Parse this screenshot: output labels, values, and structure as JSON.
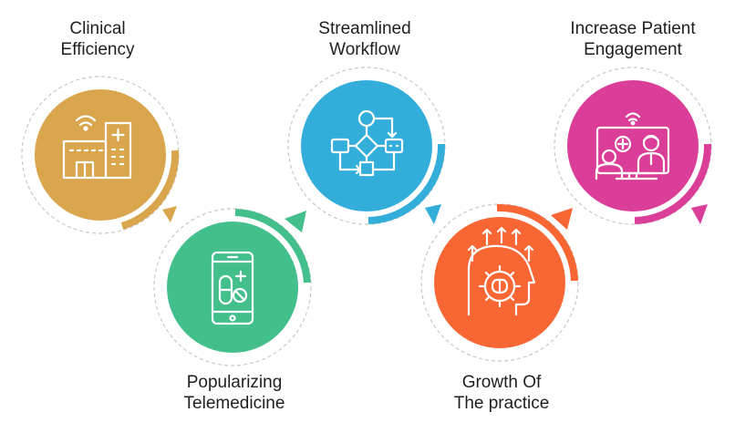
{
  "steps": [
    {
      "line1": "Clinical",
      "line2": "Efficiency",
      "color": "#D9A64E",
      "icon": "hospital-wifi-icon"
    },
    {
      "line1": "Popularizing",
      "line2": "Telemedicine",
      "color": "#43BF8C",
      "icon": "mobile-pills-icon"
    },
    {
      "line1": "Streamlined",
      "line2": "Workflow",
      "color": "#33AEDB",
      "icon": "flowchart-icon"
    },
    {
      "line1": "Growth Of",
      "line2": "The practice",
      "color": "#F76633",
      "icon": "brain-gear-icon"
    },
    {
      "line1": "Increase Patient",
      "line2": "Engagement",
      "color": "#DB3E98",
      "icon": "video-consult-icon"
    }
  ]
}
